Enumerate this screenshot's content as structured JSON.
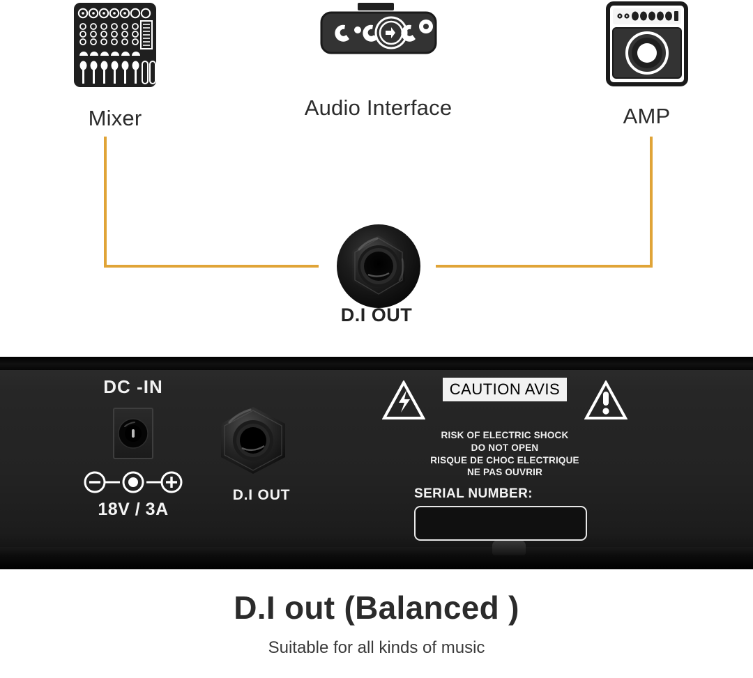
{
  "diagram": {
    "nodes": [
      {
        "id": "mixer",
        "label": "Mixer",
        "icon": "mixer-icon"
      },
      {
        "id": "audio-interface",
        "label": "Audio Interface",
        "icon": "audio-interface-icon"
      },
      {
        "id": "amp",
        "label": "AMP",
        "icon": "amp-icon"
      }
    ],
    "center_jack": {
      "label": "D.I OUT",
      "icon": "quarter-inch-jack-icon"
    },
    "connector_color": "#e0a437"
  },
  "panel": {
    "dc_in": {
      "title": "DC -IN",
      "rating": "18V / 3A",
      "polarity_icon": "center-positive-polarity-icon",
      "jack_icon": "dc-barrel-jack-icon"
    },
    "di_out": {
      "label": "D.I OUT",
      "jack_icon": "quarter-inch-jack-icon"
    },
    "caution": {
      "banner": "CAUTION  AVIS",
      "left_icon": "lightning-bolt-warning-icon",
      "right_icon": "exclamation-warning-icon",
      "lines": [
        "RISK OF ELECTRIC SHOCK",
        "DO NOT OPEN",
        "RISQUE DE CHOC ELECTRIQUE",
        "NE PAS OUVRIR"
      ],
      "serial_label": "SERIAL NUMBER:",
      "serial_value": ""
    }
  },
  "caption": {
    "title": "D.I out (Balanced )",
    "subtitle": "Suitable for all kinds of music"
  },
  "colors": {
    "connector": "#e0a437",
    "panel_body": "#232323",
    "text_dark": "#2b2b2b",
    "text_light": "#f4f4f4"
  }
}
